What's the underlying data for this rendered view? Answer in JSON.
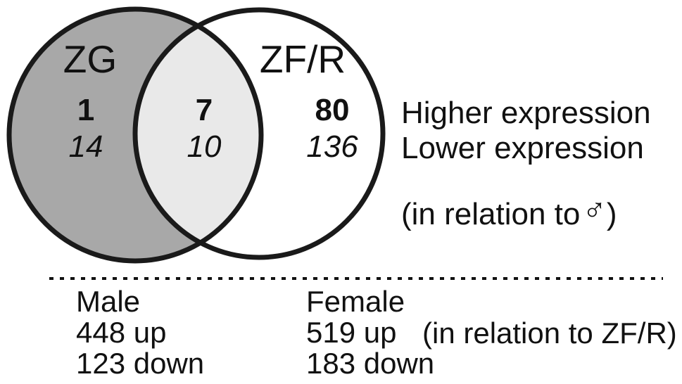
{
  "venn": {
    "left": {
      "label": "ZG",
      "higher": "1",
      "lower": "14"
    },
    "overlap": {
      "higher": "7",
      "lower": "10"
    },
    "right": {
      "label": "ZF/R",
      "higher": "80",
      "lower": "136"
    },
    "colors": {
      "left_fill": "#a8a8a8",
      "overlap_fill": "#e9e9e9",
      "right_fill": "#ffffff",
      "outline": "#1a1a1a"
    }
  },
  "legend": {
    "higher_label": "Higher expression",
    "lower_label": "Lower expression",
    "relation_prefix": "(in relation to",
    "male_symbol": "♂",
    "relation_suffix": ")"
  },
  "comparison": {
    "male": {
      "title": "Male",
      "up": "448 up",
      "down": "123 down"
    },
    "female": {
      "title": "Female",
      "up": "519 up",
      "down": "183 down"
    },
    "relation_note": "(in relation to ZF/R)"
  }
}
